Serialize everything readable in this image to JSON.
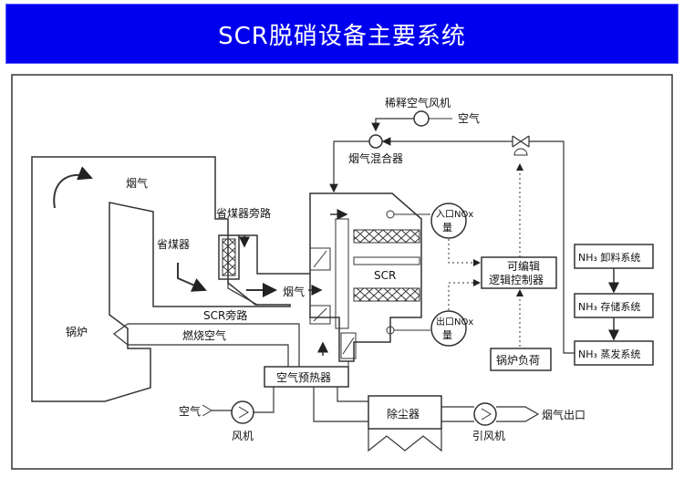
{
  "title": "SCR脱硝设备主要系统",
  "labels": {
    "dilution_fan": "稀释空气风机",
    "air_top": "空气",
    "flue_mixer": "烟气混合器",
    "flue_gas_boiler": "烟气",
    "economizer_bypass": "省煤器旁路",
    "economizer": "省煤器",
    "inlet_nox_1": "入口NOx",
    "inlet_nox_2": "量",
    "outlet_nox_1": "出口NOx",
    "outlet_nox_2": "量",
    "scr": "SCR",
    "flue_gas_mid": "烟气",
    "plc_1": "可编辑",
    "plc_2": "逻辑控制器",
    "scr_bypass": "SCR旁路",
    "combustion_air": "燃烧空气",
    "boiler": "锅炉",
    "air_preheater": "空气预热器",
    "air_bottom": "空气",
    "fan": "风机",
    "dust_collector": "除尘器",
    "induced_fan": "引风机",
    "flue_outlet": "烟气出口",
    "boiler_load": "锅炉负荷",
    "nh3_unload": "NH₃ 卸料系统",
    "nh3_storage": "NH₃ 存储系统",
    "nh3_evap": "NH₃ 蒸发系统"
  },
  "colors": {
    "title_bg": "#0000ee",
    "title_text": "#ffffff",
    "line": "#333333"
  }
}
